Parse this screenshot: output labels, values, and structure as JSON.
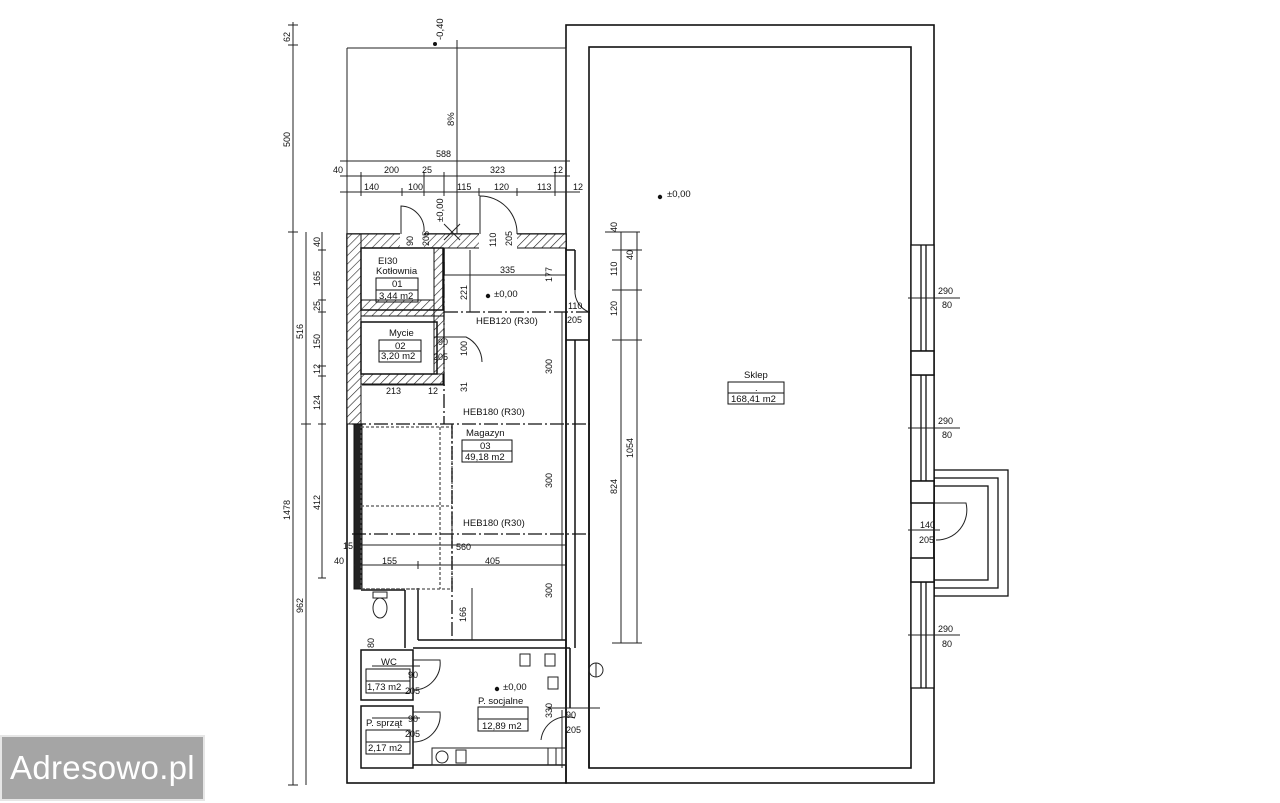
{
  "rooms": [
    {
      "key": "kotlownia",
      "name": "Kotłownia",
      "number": "01",
      "area": "3,44 m2"
    },
    {
      "key": "mycie",
      "name": "Mycie",
      "number": "02",
      "area": "3,20 m2"
    },
    {
      "key": "magazyn",
      "name": "Magazyn",
      "number": "03",
      "area": "49,18 m2"
    },
    {
      "key": "sklep",
      "name": "Sklep",
      "number": ".",
      "area": "168,41 m2"
    },
    {
      "key": "wc",
      "name": "WC",
      "number": "",
      "area": "1,73 m2"
    },
    {
      "key": "socjalne",
      "name": "P. socjalne",
      "number": "",
      "area": "12,89 m2"
    },
    {
      "key": "sprzat",
      "name": "P. sprząt",
      "number": "",
      "area": "2,17 m2"
    }
  ],
  "labels": {
    "fire_rating": "EI30",
    "beam_heb120": "HEB120 (R30)",
    "beam_heb180_a": "HEB180 (R30)",
    "beam_heb180_b": "HEB180 (R30)",
    "level_zero": "±0,00",
    "level_minus": "-0,40",
    "slope": "8%"
  },
  "dimensions": {
    "left_62": "62",
    "left_500": "500",
    "left_516": "516",
    "left_1478": "1478",
    "left_962": "962",
    "c_40": "40",
    "c_165": "165",
    "c_25": "25",
    "c_150": "150",
    "c_12": "12",
    "c_124": "124",
    "c_412": "412",
    "t_40": "40",
    "t_200": "200",
    "t_25": "25",
    "t_323": "323",
    "t_12a": "12",
    "t_588": "588",
    "t_140": "140",
    "t_100": "100",
    "t_115": "115",
    "t_120": "120",
    "t_113": "113",
    "t_12b": "12",
    "d1_90": "90",
    "d1_205": "205",
    "d2_110": "110",
    "d2_205": "205",
    "d_221": "221",
    "d_335": "335",
    "d_177": "177",
    "d_110": "110",
    "d_205": "205",
    "d_90": "90",
    "d_205b": "205",
    "d_100": "100",
    "d_31": "31",
    "d_213": "213",
    "d_12": "12",
    "d_300a": "300",
    "d_300b": "300",
    "d_300c": "300",
    "d_15": "15",
    "d_560": "560",
    "d_40": "40",
    "d_155": "155",
    "d_405": "405",
    "d_166": "166",
    "d_80": "80",
    "d_90w": "90",
    "d_205w": "205",
    "d_90s": "90",
    "d_205s": "205",
    "d_330": "330",
    "d_90e": "90",
    "d_205e": "205",
    "in_40": "40",
    "in_110": "110",
    "in_40b": "40",
    "in_120": "120",
    "in_1054": "1054",
    "in_824": "824",
    "win1_a": "290",
    "win1_b": "80",
    "win2_a": "290",
    "win2_b": "80",
    "win3_a": "290",
    "win3_b": "80",
    "door_a": "140",
    "door_b": "205"
  },
  "watermark": "Adresowo.pl"
}
